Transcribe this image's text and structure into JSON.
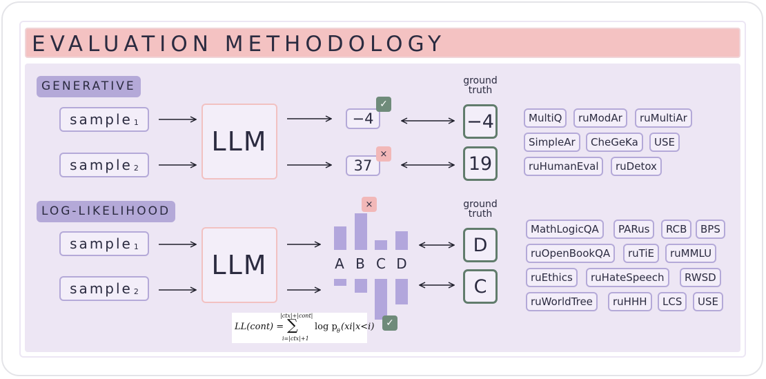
{
  "title": "EVALUATION METHODOLOGY",
  "colors": {
    "title_bg": "#f4c2c2",
    "panel_bg": "#ede6f4",
    "tag_bg": "#b4a9d8",
    "box_border": "#b4a9d8",
    "llm_border": "#f2c1c1",
    "truth_border": "#617c6c",
    "bar": "#b2a6dc",
    "check_badge": "#6f8b7a",
    "cross_badge": "#f2b8b8"
  },
  "generative": {
    "label": "GENERATIVE",
    "sample1": {
      "text": "sample",
      "sub": "1"
    },
    "sample2": {
      "text": "sample",
      "sub": "2"
    },
    "model": "LLM",
    "answer1": "−4",
    "answer2": "37",
    "answer1_status": "check-icon",
    "answer2_status": "cross-icon",
    "ground_truth_label": "ground truth",
    "truth1": "−4",
    "truth2": "19",
    "benchmarks": [
      "MultiQ",
      "ruModAr",
      "ruMultiAr",
      "SimpleAr",
      "CheGeKa",
      "USE",
      "ruHumanEval",
      "ruDetox"
    ]
  },
  "loglikelihood": {
    "label": "LOG-LIKELIHOOD",
    "sample1": {
      "text": "sample",
      "sub": "1"
    },
    "sample2": {
      "text": "sample",
      "sub": "2"
    },
    "model": "LLM",
    "options": [
      "A",
      "B",
      "C",
      "D"
    ],
    "sample1_bar_levels": [
      0.55,
      0.85,
      0.22,
      0.44
    ],
    "sample2_bar_levels": [
      0.16,
      0.32,
      0.95,
      0.6
    ],
    "sample1_status": "cross-icon",
    "sample2_status": "check-icon",
    "ground_truth_label": "ground truth",
    "truth1": "D",
    "truth2": "C",
    "formula": {
      "lhs": "LL(cont) =",
      "upper": "|ctx|+|cont|",
      "sum": "∑",
      "lower": "i=|ctx|+1",
      "body": "log p",
      "body_sub": "θ",
      "args": "(xi|x<i)"
    },
    "benchmarks": [
      "MathLogicQA",
      "PARus",
      "RCB",
      "BPS",
      "ruOpenBookQA",
      "ruTiE",
      "ruMMLU",
      "ruEthics",
      "ruHateSpeech",
      "RWSD",
      "ruWorldTree",
      "ruHHH",
      "LCS",
      "USE"
    ]
  }
}
